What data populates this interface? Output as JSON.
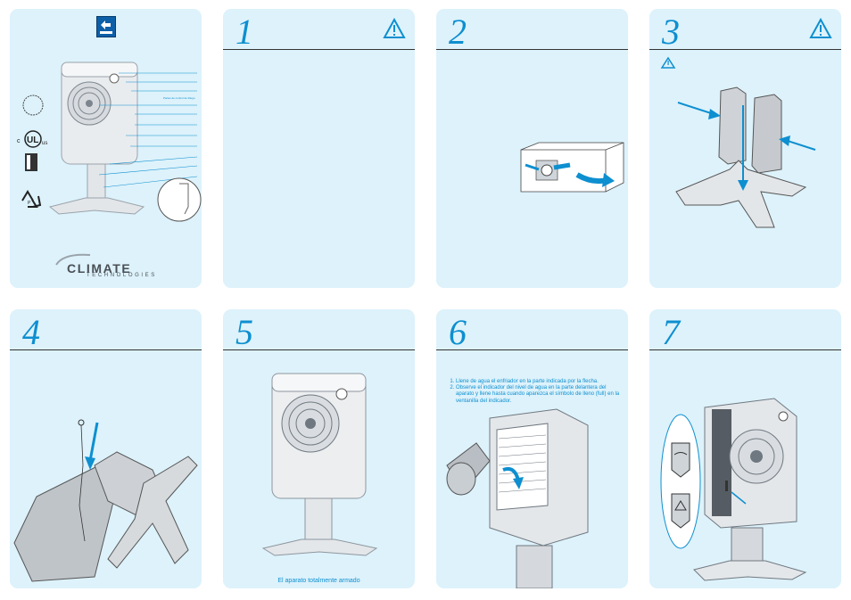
{
  "colors": {
    "panel_bg": "#ddf2fb",
    "accent": "#0d8fd0",
    "rule": "#333333"
  },
  "panels": [
    {
      "number": "",
      "logo": "CLIMATE",
      "logo_sub": "TECHNOLOGIES",
      "part_label": "Partes de control de Riego"
    },
    {
      "number": "1",
      "icon": "warning-icon"
    },
    {
      "number": "2"
    },
    {
      "number": "3",
      "icon": "warning-icon"
    },
    {
      "number": "4"
    },
    {
      "number": "5",
      "caption": "El aparato totalmente armado"
    },
    {
      "number": "6",
      "instructions": [
        "Llene de agua el enfriador en la parte indicada por la flecha.",
        "Observe el indicador del nivel de agua en la parte delantera del aparato y llene hasta cuando aparezca el símbolo de lleno (full) en la ventanilla del indicador."
      ]
    },
    {
      "number": "7"
    }
  ]
}
